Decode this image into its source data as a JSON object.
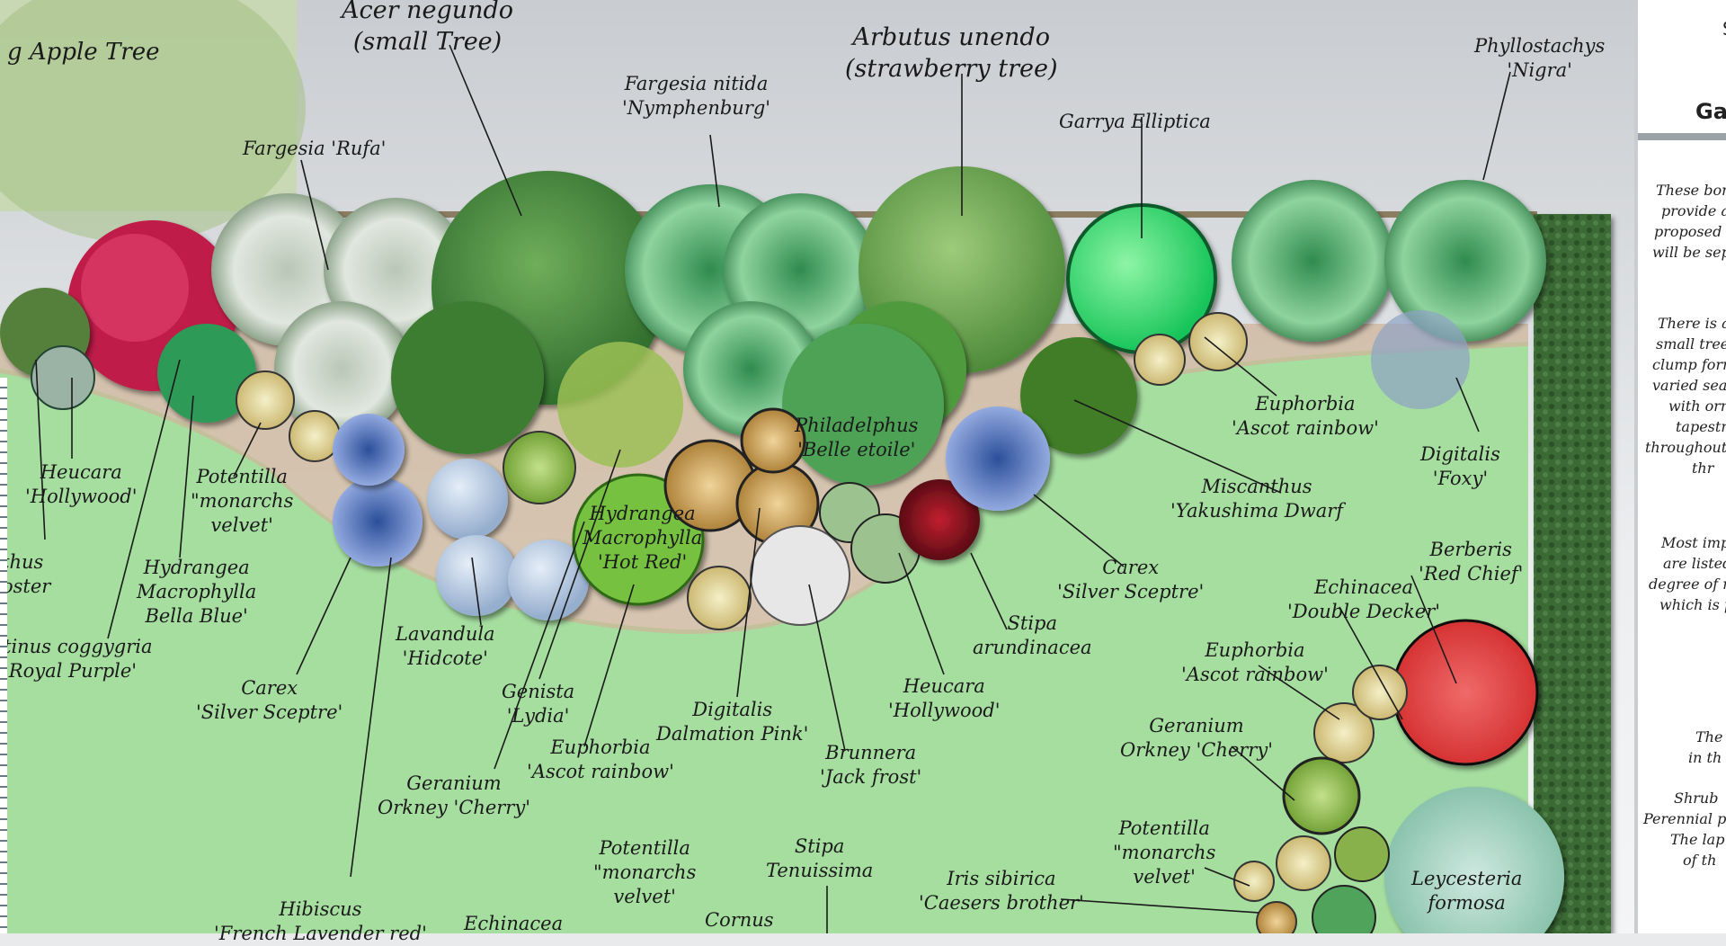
{
  "labels": {
    "apple_tree": "g Apple Tree",
    "acer": [
      "Acer negundo",
      "(small Tree)"
    ],
    "arbutus": [
      "Arbutus unendo",
      "(strawberry tree)"
    ],
    "phyllostachys": [
      "Phyllostachys",
      "'Nigra'"
    ],
    "fargesia_nitida": [
      "Fargesia nitida",
      "'Nymphenburg'"
    ],
    "fargesia_rufa": "Fargesia 'Rufa'",
    "garrya": "Garrya Elliptica",
    "euphorbia_1": [
      "Euphorbia",
      "'Ascot rainbow'"
    ],
    "philadelphus": [
      "Philadelphus",
      "'Belle etoile'"
    ],
    "miscanthus": [
      "Miscanthus",
      "'Yakushima Dwarf"
    ],
    "digitalis_foxy": [
      "Digitalis",
      "'Foxy'"
    ],
    "heucara_1": [
      "Heucara",
      "'Hollywood'"
    ],
    "potentilla_1": [
      "Potentilla",
      "\"monarchs",
      "velvet'"
    ],
    "hydrangea_macro": [
      "Hydrangea",
      "Macrophylla",
      "'Hot Red'"
    ],
    "carex_1": [
      "Carex",
      "'Silver Sceptre'"
    ],
    "berberis": [
      "Berberis",
      "'Red Chief'"
    ],
    "echinacea_dd": [
      "Echinacea",
      "'Double Decker'"
    ],
    "thus": [
      "thus",
      "oster"
    ],
    "hydrangea_bb": [
      "Hydrangea",
      "Macrophylla",
      "Bella Blue'"
    ],
    "stipa_arund": [
      "Stipa",
      "arundinacea"
    ],
    "cotinus": [
      "tinus coggygria",
      "'Royal Purple'"
    ],
    "lavandula": [
      "Lavandula",
      "'Hidcote'"
    ],
    "euphorbia_2": [
      "Euphorbia",
      "'Ascot rainbow'"
    ],
    "carex_2": [
      "Carex",
      "'Silver Sceptre'"
    ],
    "genista": [
      "Genista",
      "'Lydia'"
    ],
    "digitalis_dp": [
      "Digitalis",
      "Dalmation Pink'"
    ],
    "heucara_2": [
      "Heucara",
      "'Hollywood'"
    ],
    "geranium_1": [
      "Geranium",
      "Orkney 'Cherry'"
    ],
    "euphorbia_3": [
      "Euphorbia",
      "'Ascot rainbow'"
    ],
    "brunnera": [
      "Brunnera",
      "'Jack frost'"
    ],
    "geranium_2": [
      "Geranium",
      "Orkney 'Cherry'"
    ],
    "potentilla_2": [
      "Potentilla",
      "\"monarchs",
      "velvet'"
    ],
    "potentilla_3": [
      "Potentilla",
      "\"monarchs",
      "velvet'"
    ],
    "stipa_ten": [
      "Stipa",
      "Tenuissima"
    ],
    "iris": [
      "Iris sibirica",
      "'Caesers brother'"
    ],
    "leycesteria": [
      "Leycesteria",
      "formosa"
    ],
    "hibiscus": [
      "Hibiscus",
      "'French Lavender red'"
    ],
    "echinacea_2": "Echinacea",
    "cornus": "Cornus"
  },
  "panel": {
    "title": "Gar",
    "corner": "S",
    "para1": [
      "These bord",
      "provide a",
      "proposed de",
      "will be seper"
    ],
    "para2": [
      "There is an",
      "small trees",
      "clump form",
      "varied seas",
      "with orn",
      "tapestr",
      "throughout",
      "thr"
    ],
    "para3": [
      "Most impo",
      "are listed",
      "degree of res",
      "which is p"
    ],
    "para4": [
      "The",
      "in th"
    ],
    "para5": [
      "Shrub",
      "Perennial p",
      "The lap",
      "of th"
    ]
  },
  "colors": {
    "lawn": "#a7dfa0",
    "sky_top": "#cfd2d5",
    "hedge": "#2e5a2b",
    "path": "#cbb79a"
  }
}
